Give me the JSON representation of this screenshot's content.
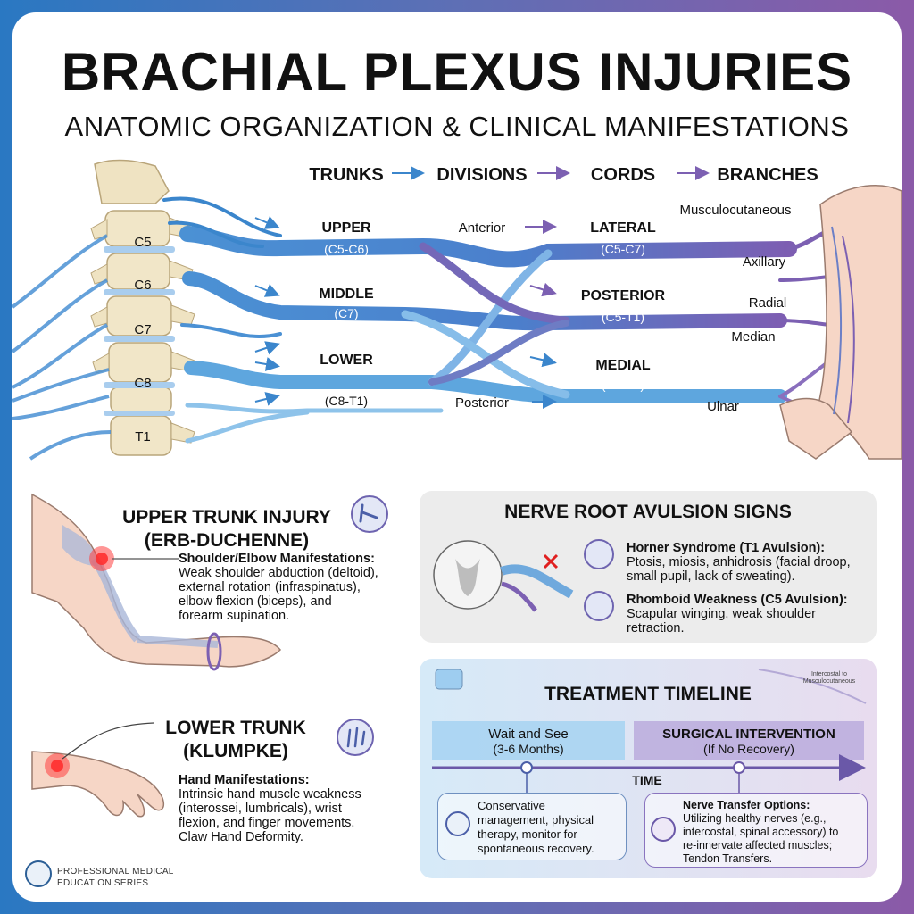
{
  "title": "BRACHIAL PLEXUS INJURIES",
  "subtitle": "ANATOMIC ORGANIZATION & CLINICAL MANIFESTATIONS",
  "plexus": {
    "stages": [
      "TRUNKS",
      "DIVISIONS",
      "CORDS",
      "BRANCHES"
    ],
    "roots": [
      "C5",
      "C6",
      "C7",
      "C8",
      "T1"
    ],
    "trunks": [
      {
        "name": "UPPER",
        "range": "(C5-C6)"
      },
      {
        "name": "MIDDLE",
        "range": "(C7)"
      },
      {
        "name": "LOWER",
        "range": "(C8-T1)"
      }
    ],
    "divisions": {
      "anterior": "Anterior",
      "posterior": "Posterior"
    },
    "cords": [
      {
        "name": "LATERAL",
        "range": "(C5-C7)"
      },
      {
        "name": "POSTERIOR",
        "range": "(C5-T1)"
      },
      {
        "name": "MEDIAL",
        "range": "(C8-T1)"
      }
    ],
    "branches": [
      "Musculocutaneous",
      "Axillary",
      "Radial",
      "Median",
      "Ulnar"
    ],
    "colors": {
      "trunk": "#3b86cc",
      "trunk_light": "#8ec3ea",
      "cord": "#7c60b2",
      "bone": "#efe3c2"
    }
  },
  "upper_trunk": {
    "title_line1": "UPPER TRUNK INJURY",
    "title_line2": "(ERB-DUCHENNE)",
    "label": "Shoulder/Elbow Manifestations:",
    "lines": [
      "Weak shoulder abduction (deltoid),",
      "external rotation (infraspinatus),",
      "elbow flexion (biceps), and",
      "forearm supination."
    ]
  },
  "lower_trunk": {
    "title_line1": "LOWER TRUNK",
    "title_line2": "(KLUMPKE)",
    "label": "Hand Manifestations:",
    "lines": [
      "Intrinsic hand muscle weakness",
      "(interossei, lumbricals), wrist",
      "flexion, and finger movements.",
      "Claw Hand Deformity."
    ]
  },
  "avulsion": {
    "title": "NERVE ROOT AVULSION SIGNS",
    "signs": [
      {
        "label": "Horner Syndrome (T1 Avulsion):",
        "lines": [
          "Ptosis, miosis, anhidrosis (facial droop,",
          "small pupil, lack of sweating)."
        ]
      },
      {
        "label": "Rhomboid Weakness (C5 Avulsion):",
        "lines": [
          "Scapular winging, weak shoulder",
          "retraction."
        ]
      }
    ]
  },
  "treatment": {
    "title": "TREATMENT TIMELINE",
    "phase1": {
      "title": "Wait and See",
      "sub": "(3-6 Months)"
    },
    "phase2": {
      "title": "SURGICAL INTERVENTION",
      "sub": "(If No Recovery)"
    },
    "axis_label": "TIME",
    "conservative_lines": [
      "Conservative",
      "management, physical",
      "therapy, monitor for",
      "spontaneous recovery."
    ],
    "transfer_label": "Nerve Transfer Options:",
    "transfer_lines": [
      "Utilizing healthy nerves (e.g.,",
      "intercostal, spinal accessory) to",
      "re-innervate affected muscles;",
      "Tendon Transfers."
    ],
    "inset_lines": [
      "Intercostal to",
      "Musculocutaneous"
    ]
  },
  "footer": {
    "line1": "PROFESSIONAL MEDICAL",
    "line2": "EDUCATION SERIES"
  }
}
